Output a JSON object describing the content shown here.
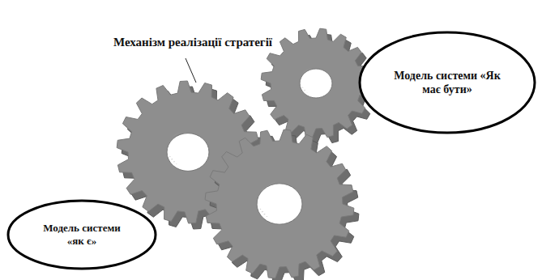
{
  "diagram": {
    "nodes": [
      {
        "text": [
          "Модель системи «Як має бути»"
        ]
      },
      {
        "text": [
          "Модель системи «як є»"
        ]
      }
    ],
    "labels": [
      "Механізм реалізації стратегії"
    ]
  }
}
